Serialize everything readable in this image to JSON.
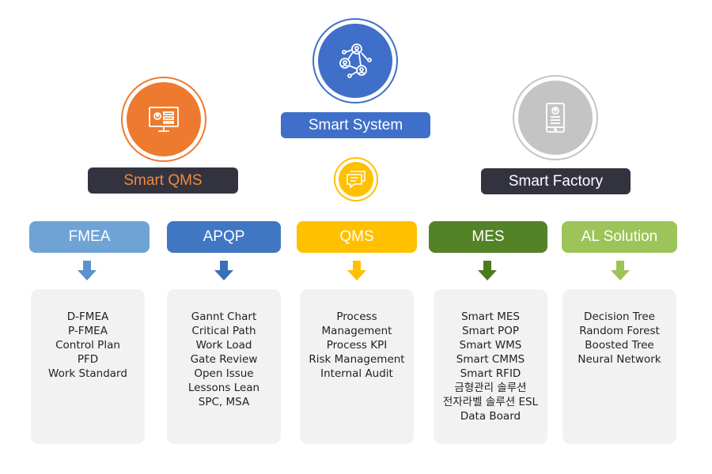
{
  "center": {
    "label": "Smart System",
    "icon": "network-people-icon",
    "color": "#3f6fc9"
  },
  "left": {
    "label": "Smart QMS",
    "icon": "monitor-profile-icon",
    "color": "#ee7a2f",
    "label_color": "#f08a3a"
  },
  "right": {
    "label": "Smart Factory",
    "icon": "mobile-profile-icon",
    "color": "#c4c4c4"
  },
  "chat_icon": "chat-bubble-icon",
  "categories": [
    {
      "label": "FMEA",
      "color": "#6fa3d6",
      "arrow_color": "#5b93cc",
      "items": [
        "D-FMEA",
        "P-FMEA",
        "Control Plan",
        "PFD",
        "Work Standard"
      ]
    },
    {
      "label": "APQP",
      "color": "#3f77c3",
      "arrow_color": "#3a6fb9",
      "items": [
        "Gannt Chart",
        "Critical Path",
        "Work Load",
        "Gate Review",
        "Open Issue",
        "Lessons Lean",
        "SPC, MSA"
      ]
    },
    {
      "label": "QMS",
      "color": "#ffc000",
      "arrow_color": "#ffc000",
      "items": [
        "Process",
        "Management",
        "Process KPI",
        "Risk Management",
        "Internal Audit"
      ]
    },
    {
      "label": "MES",
      "color": "#548226",
      "arrow_color": "#4c7a1f",
      "items": [
        "Smart MES",
        "Smart POP",
        "Smart WMS",
        "Smart CMMS",
        "Smart RFID",
        "금형관리 솔루션",
        "전자라벨 솔루션 ESL",
        "Data Board"
      ]
    },
    {
      "label": "AL Solution",
      "color": "#9cc459",
      "arrow_color": "#9cc459",
      "items": [
        "Decision Tree",
        "Random Forest",
        "Boosted Tree",
        "Neural Network"
      ]
    }
  ]
}
